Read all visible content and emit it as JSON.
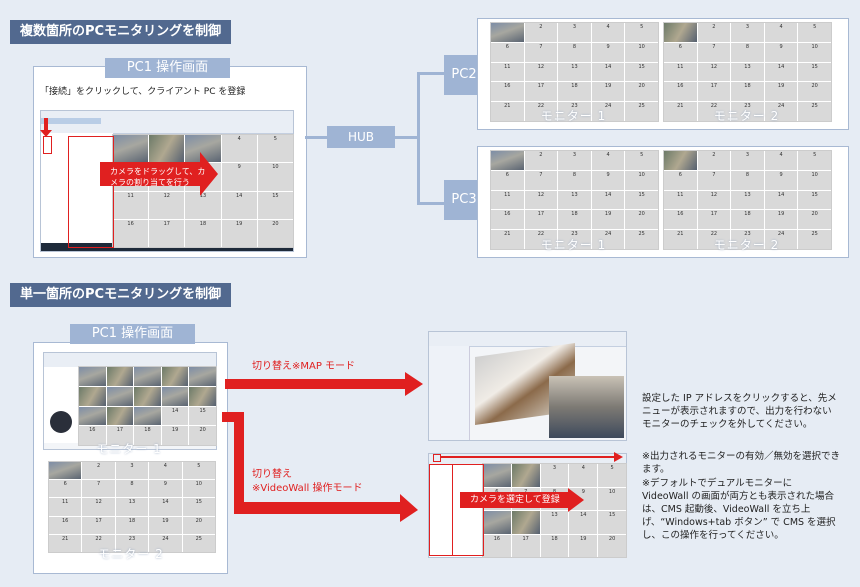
{
  "section1": {
    "title": "複数箇所のPCモニタリングを制御",
    "pc1_title": "PC1 操作画面",
    "instruction": "「接続」をクリックして、クライアント PC を登録",
    "callout": "カメラをドラッグして、カメラの割り当てを行う",
    "hub": "HUB",
    "pc2": "PC2",
    "pc3": "PC3",
    "monitor1": "モニター 1",
    "monitor2": "モニター 2"
  },
  "section2": {
    "title": "単一箇所のPCモニタリングを制御",
    "pc1_title": "PC1 操作画面",
    "monitor1": "モニター 1",
    "monitor2": "モニター 2",
    "switch_map": "切り替え※MAP モード",
    "switch_vw_line1": "切り替え",
    "switch_vw_line2": "※VideoWall 操作モード",
    "callout": "カメラを選定して登録",
    "note_main": "設定した IP アドレスをクリックすると、先メニューが表示されますので、出力を行わないモニターのチェックを外してください。",
    "note_1": "※出力されるモニターの有効／無効を選択できます。",
    "note_2": "※デフォルトでデュアルモニターに VideoWall の画面が両方とも表示された場合は、CMS 起動後、VideoWall を立ち上げ、“Windows+tab ボタン” で CMS を選択し、この操作を行ってください。"
  },
  "colors": {
    "accent_red": "#e02020",
    "header": "#52698f",
    "label": "#9fb4d4"
  }
}
